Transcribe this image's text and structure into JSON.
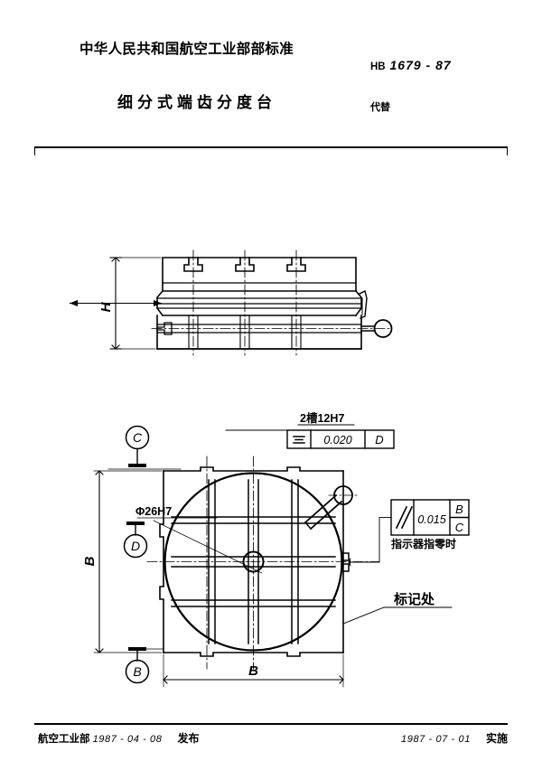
{
  "document": {
    "organization": "中华人民共和国航空工业部部标准",
    "standard_prefix": "HB",
    "standard_number": "1679 - 87",
    "title": "细分式端齿分度台",
    "replaces_label": "代替",
    "replaces_value": ""
  },
  "footer": {
    "issuer": "航空工业部",
    "issue_date": "1987 - 04 - 08",
    "issue_action": "发布",
    "effective_date": "1987 - 07 - 01",
    "effective_action": "实施"
  },
  "front_view": {
    "height_dimension": "H"
  },
  "plan_view": {
    "width_dimension": "B",
    "depth_dimension": "B",
    "bore_note": "Φ26H7",
    "slot_note": "2槽12H7",
    "mark_note": "标记处",
    "indicator_note": "指示器指零时",
    "datum_c": "C",
    "datum_d": "D",
    "datum_b": "B",
    "tol_symmetry": {
      "symbol": "symmetry-icon",
      "value": "0.020",
      "datum": "D"
    },
    "tol_parallel": {
      "symbol": "parallelism-icon",
      "value": "0.015",
      "datum_top": "B",
      "datum_bottom": "C"
    }
  },
  "colors": {
    "ink": "#000000",
    "paper": "#ffffff"
  }
}
